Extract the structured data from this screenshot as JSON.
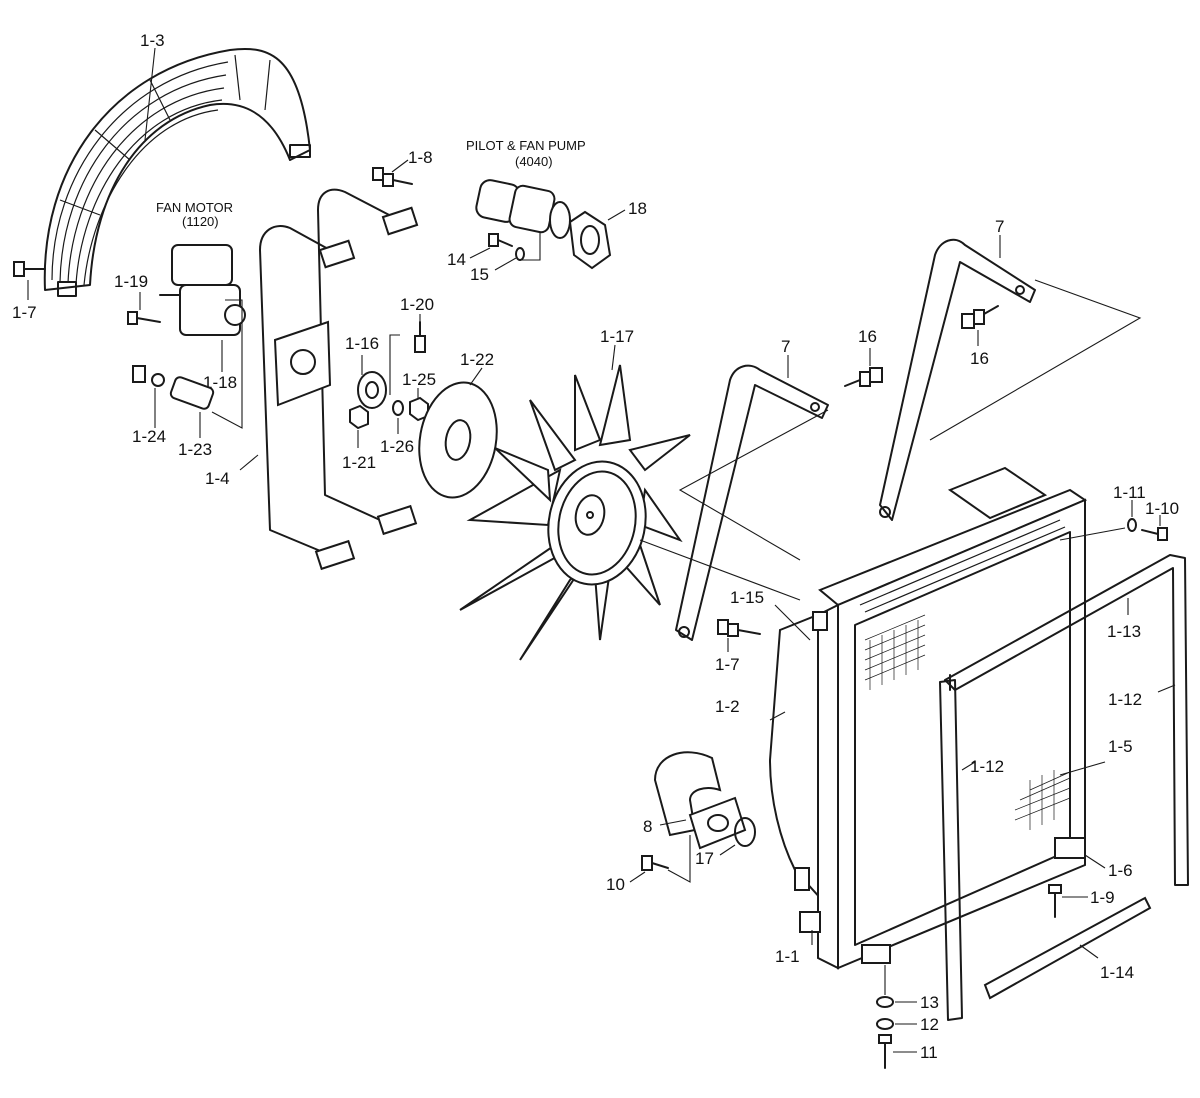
{
  "labels": {
    "l_1_3": "1-3",
    "l_1_7a": "1-7",
    "l_1_8": "1-8",
    "l_1_19": "1-19",
    "l_1_18": "1-18",
    "l_1_24": "1-24",
    "l_1_23": "1-23",
    "l_1_4": "1-4",
    "l_1_20": "1-20",
    "l_1_16": "1-16",
    "l_1_25": "1-25",
    "l_1_26": "1-26",
    "l_1_21": "1-21",
    "l_1_22": "1-22",
    "l_1_17": "1-17",
    "l_14": "14",
    "l_15": "15",
    "l_18": "18",
    "l_7a": "7",
    "l_7b": "7",
    "l_16a": "16",
    "l_16b": "16",
    "l_1_11": "1-11",
    "l_1_10": "1-10",
    "l_1_13": "1-13",
    "l_1_15": "1-15",
    "l_1_7b": "1-7",
    "l_1_2": "1-2",
    "l_1_12a": "1-12",
    "l_1_12b": "1-12",
    "l_1_5": "1-5",
    "l_8": "8",
    "l_17": "17",
    "l_10": "10",
    "l_1_6": "1-6",
    "l_1_9": "1-9",
    "l_1_1": "1-1",
    "l_1_14": "1-14",
    "l_13": "13",
    "l_12": "12",
    "l_11": "11"
  },
  "titles": {
    "fan_motor": "FAN MOTOR",
    "fan_motor_code": "(1120)",
    "pump": "PILOT & FAN PUMP",
    "pump_code": "(4040)"
  }
}
